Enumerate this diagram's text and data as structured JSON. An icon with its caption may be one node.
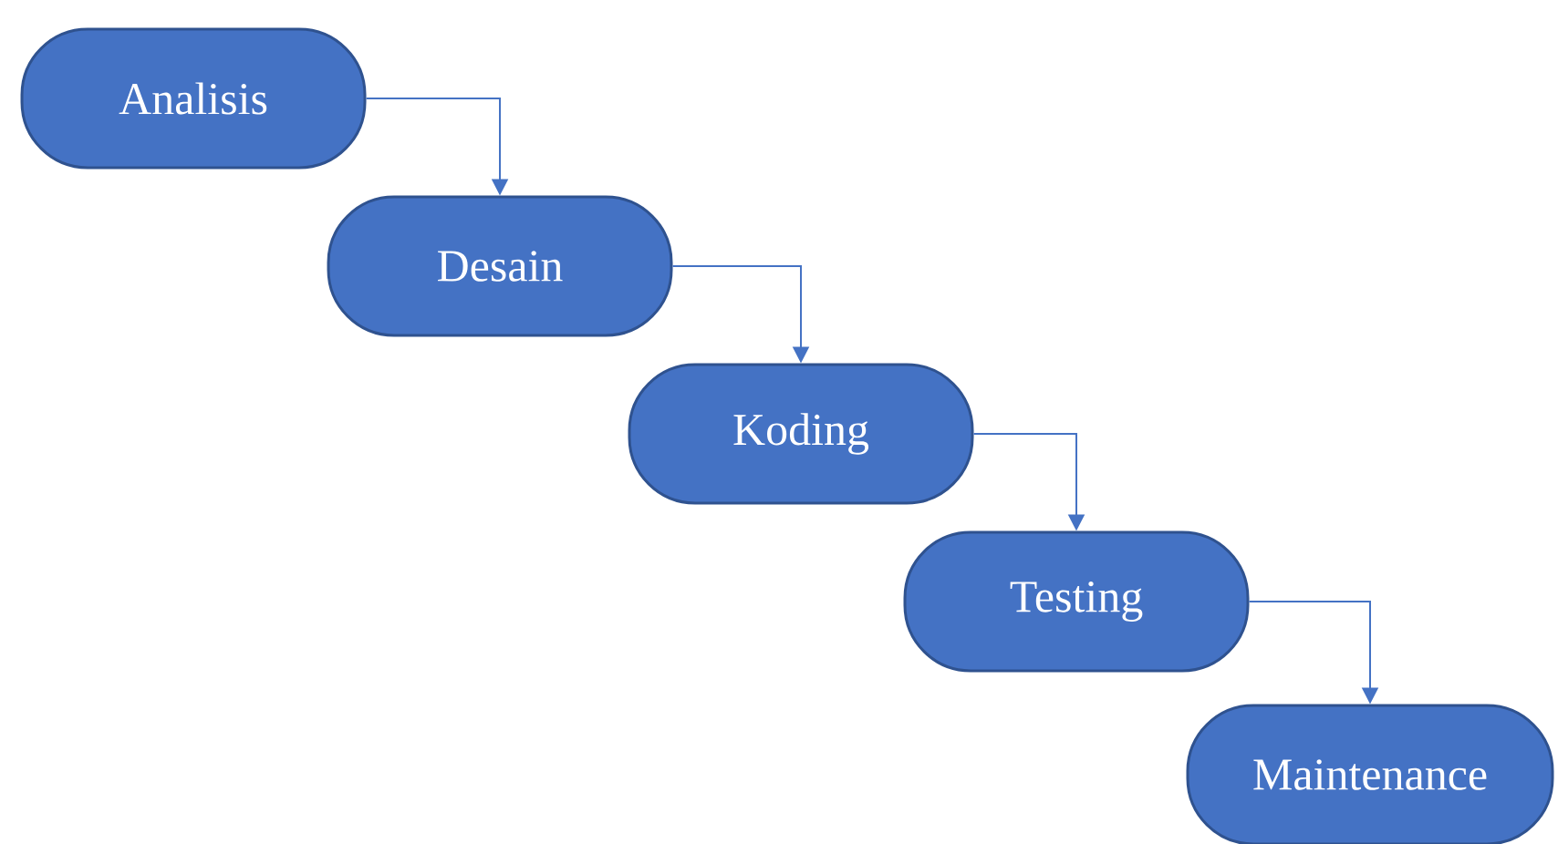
{
  "diagram": {
    "nodes": [
      {
        "text": [
          "Analisis"
        ]
      },
      {
        "text": [
          "Desain"
        ]
      },
      {
        "text": [
          "Koding"
        ]
      },
      {
        "text": [
          "Testing"
        ]
      },
      {
        "text": [
          "Maintenance"
        ]
      }
    ],
    "edges": [
      {
        "from": 0,
        "to": 1,
        "arrow": "to"
      },
      {
        "from": 1,
        "to": 2,
        "arrow": "to"
      },
      {
        "from": 2,
        "to": 3,
        "arrow": "to"
      },
      {
        "from": 3,
        "to": 4,
        "arrow": "to"
      }
    ]
  }
}
